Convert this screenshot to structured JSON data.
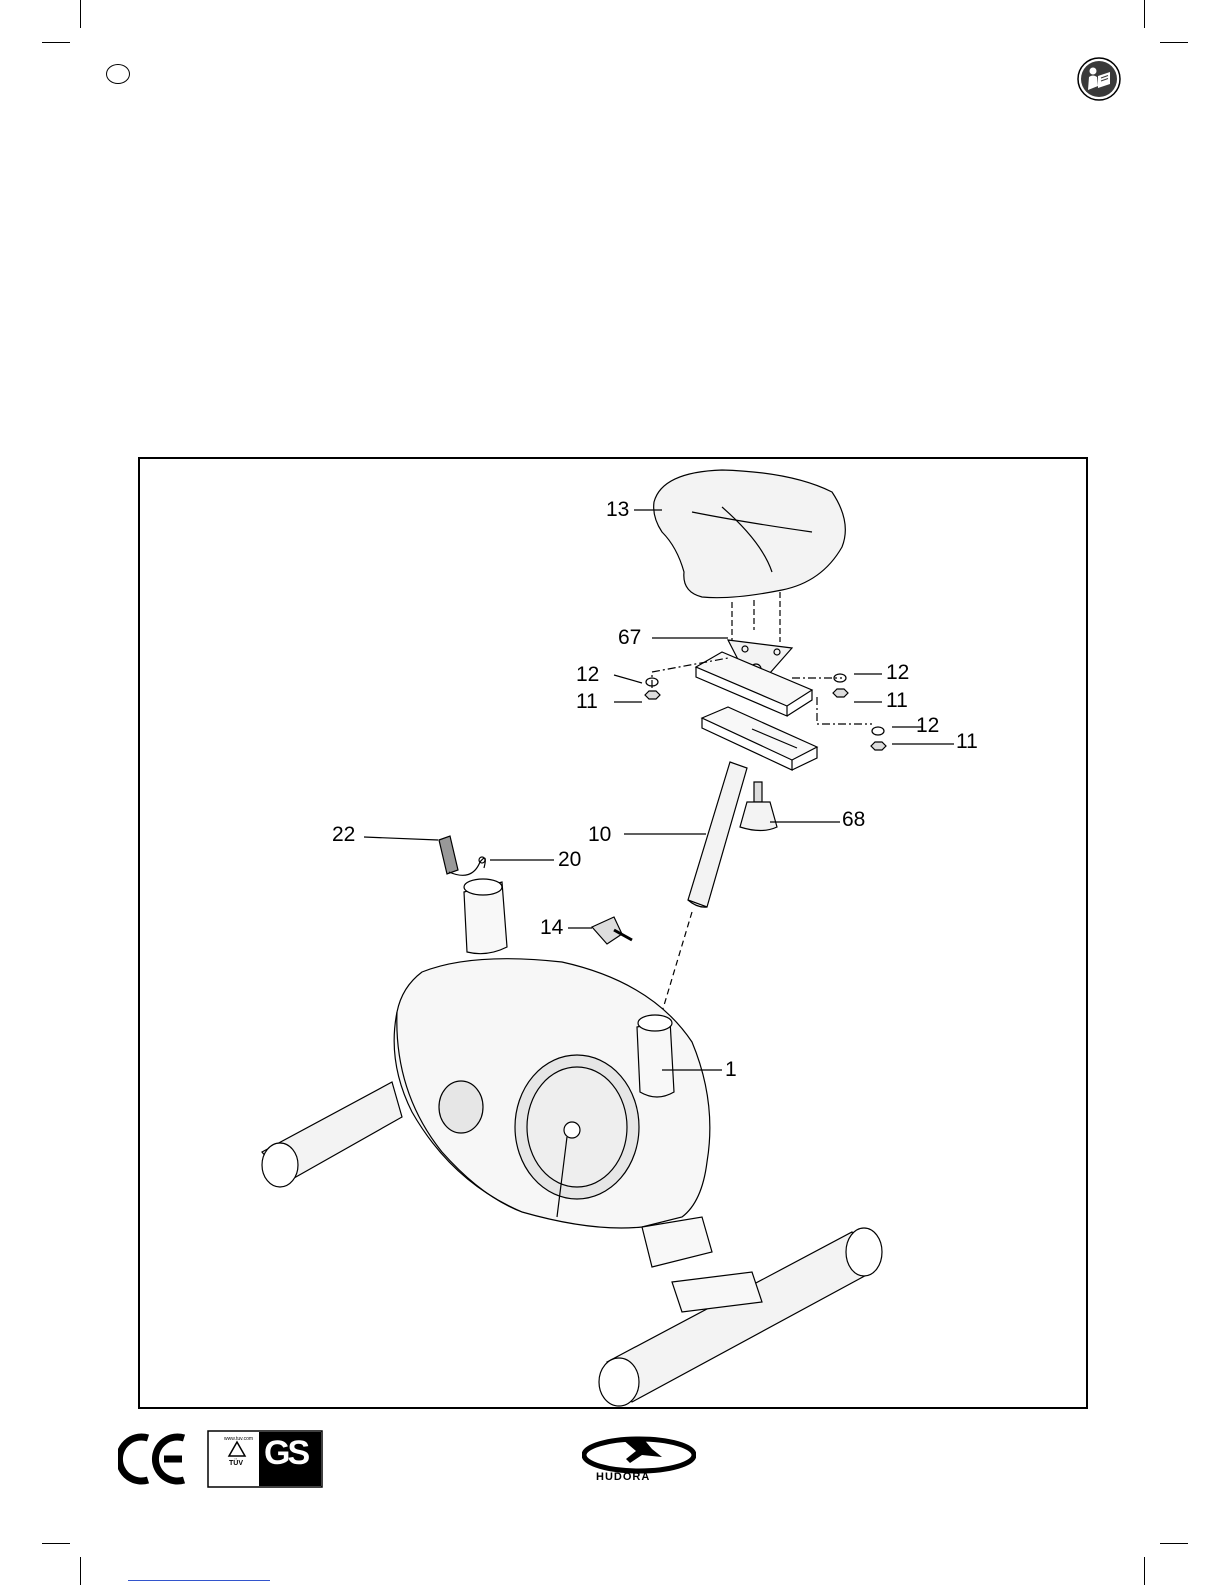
{
  "page": {
    "icons": {
      "language_flag": "flag-circle-icon",
      "manual": "read-manual-icon"
    }
  },
  "diagram": {
    "labels": {
      "seat": "13",
      "seat_bracket": "67",
      "washer_left": "12",
      "nut_left": "11",
      "washer_right_top": "12",
      "nut_right_top": "11",
      "washer_right_bottom": "12",
      "nut_right_bottom": "11",
      "seat_slider": "68",
      "seat_post": "10",
      "computer_sensor": "22",
      "sensor_cable": "20",
      "adjustment_knob": "14",
      "frame": "1"
    }
  },
  "footer": {
    "ce_mark": "CE",
    "tuv_url": "www.tuv.com",
    "tuv_label": "TÜV",
    "gs_mark": "GS",
    "brand": "HUDORA"
  }
}
